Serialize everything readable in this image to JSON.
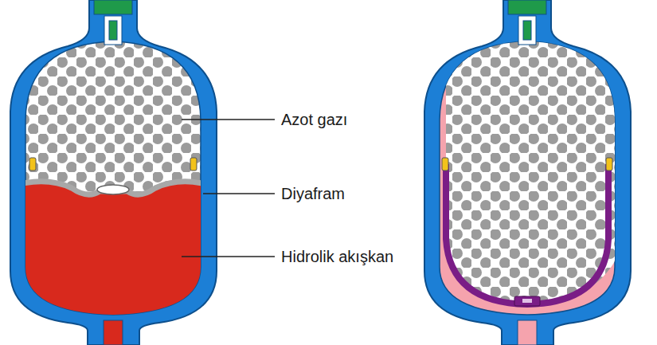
{
  "diagram": {
    "labels": [
      "Azot gazı",
      "Diyafram",
      "Hidrolik akışkan"
    ]
  }
}
